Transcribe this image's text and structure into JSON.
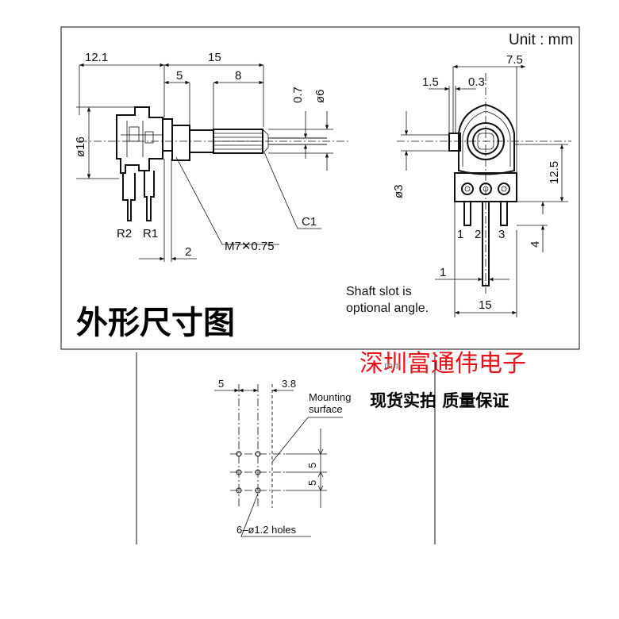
{
  "unit_label": "Unit : mm",
  "section_title": "外形尺寸图",
  "shop_name": "深圳富通伟电子",
  "slogan": "现货实拍   质量保证",
  "watermark": "mm",
  "side_view": {
    "dims": {
      "body_len": "12.1",
      "shaft_len": "15",
      "thread_len": "5",
      "knurl_len": "8",
      "slot_depth": "0.7",
      "shaft_dia": "ø6",
      "body_dia": "ø16",
      "flange": "2"
    },
    "labels": {
      "r2": "R2",
      "r1": "R1",
      "thread": "M7✕0.75",
      "chamfer": "C1"
    }
  },
  "front_view": {
    "dims": {
      "top_w": "7.5",
      "slot_off": "1.5",
      "slot_w": "0.3",
      "boss_dia": "ø3",
      "height": "12.5",
      "pin_len": "4",
      "pin_pitch": "1",
      "width": "15"
    },
    "pins": [
      "1",
      "2",
      "3"
    ],
    "note_line1": "Shaft slot is",
    "note_line2": "optional angle."
  },
  "pcb_layout": {
    "dims": {
      "pitch_x": "5",
      "offset": "3.8",
      "pitch_y1": "5",
      "pitch_y2": "5"
    },
    "mount_line1": "Mounting",
    "mount_line2": "surface",
    "holes": "6–ø1.2 holes"
  }
}
